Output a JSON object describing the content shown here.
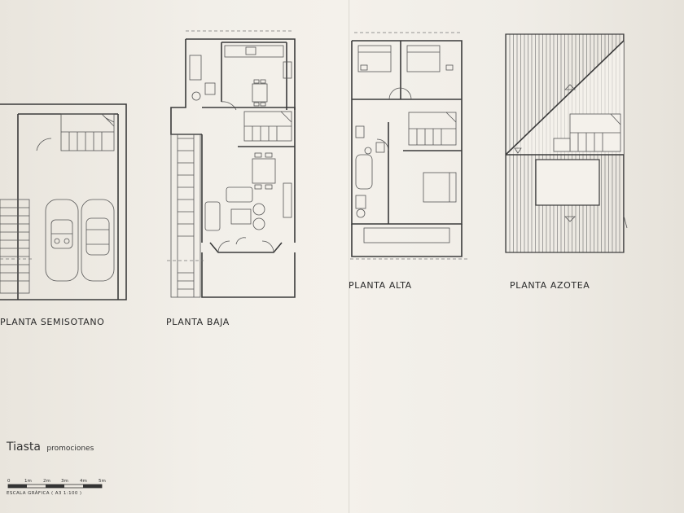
{
  "floors": [
    {
      "id": "semisotano",
      "label": "PLANTA SEMISOTANO"
    },
    {
      "id": "baja",
      "label": "PLANTA BAJA"
    },
    {
      "id": "alta",
      "label": "PLANTA ALTA"
    },
    {
      "id": "azotea",
      "label": "PLANTA AZOTEA"
    }
  ],
  "brand": {
    "name": "Tiasta",
    "tagline": "promociones"
  },
  "scale": {
    "ticks": [
      "0",
      "1m",
      "2m",
      "3m",
      "4m",
      "5m"
    ],
    "caption": "ESCALA GRÁFICA  ( A3  1:100 )"
  },
  "colors": {
    "paper": "#f2efe9",
    "ink": "#3a3a3a"
  }
}
